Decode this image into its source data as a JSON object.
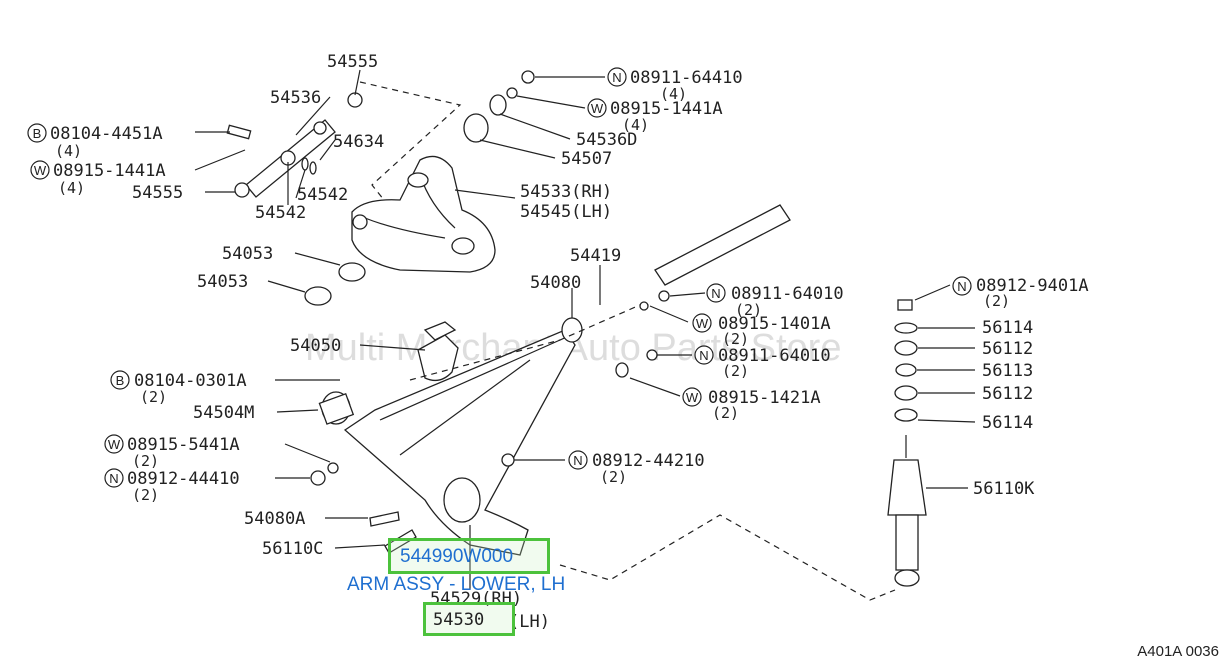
{
  "watermark": "Multi Merchant Auto Parts Store",
  "diagram_code": "A401A 0036",
  "selected_part": {
    "number": "544990W000",
    "description": "ARM ASSY - LOWER, LH",
    "lh_ref": "54530"
  },
  "labels": {
    "p54555_top": "54555",
    "p54536": "54536",
    "p54634": "54634",
    "p08104_4451A": "08104-4451A",
    "q4_a": "(4)",
    "p08915_1441A_left": "08915-1441A",
    "q4_b": "(4)",
    "p54555_bot": "54555",
    "p54542_r": "54542",
    "p54542_l": "54542",
    "p08911_64410": "08911-64410",
    "q4_c": "(4)",
    "p08915_1441A_right": "08915-1441A",
    "q4_d": "(4)",
    "p54536D": "54536D",
    "p54507": "54507",
    "p54533": "54533(RH)",
    "p54545": "54545(LH)",
    "p54053_a": "54053",
    "p54053_b": "54053",
    "p54419": "54419",
    "p54080": "54080",
    "p08911_64010_a": "08911-64010",
    "q2_a": "(2)",
    "p08915_1401A": "08915-1401A",
    "q2_b": "(2)",
    "p08911_64010_b": "08911-64010",
    "q2_c": "(2)",
    "p08915_1421A": "08915-1421A",
    "q2_d": "(2)",
    "p54050": "54050",
    "p08104_0301A": "08104-0301A",
    "q2_e": "(2)",
    "p54504M": "54504M",
    "p08915_5441A": "08915-5441A",
    "q2_f": "(2)",
    "p08912_44410": "08912-44410",
    "q2_g": "(2)",
    "p08912_44210": "08912-44210",
    "q2_h": "(2)",
    "p54080A": "54080A",
    "p56110C": "56110C",
    "p54529": "54529(RH)",
    "p54530_suffix": "(LH)",
    "p08912_9401A": "08912-9401A",
    "q2_i": "(2)",
    "p56114_a": "56114",
    "p56112_a": "56112",
    "p56113": "56113",
    "p56112_b": "56112",
    "p56114_b": "56114",
    "p56110K": "56110K"
  },
  "markers": {
    "bolt": "B",
    "washer": "W",
    "nut": "N"
  }
}
